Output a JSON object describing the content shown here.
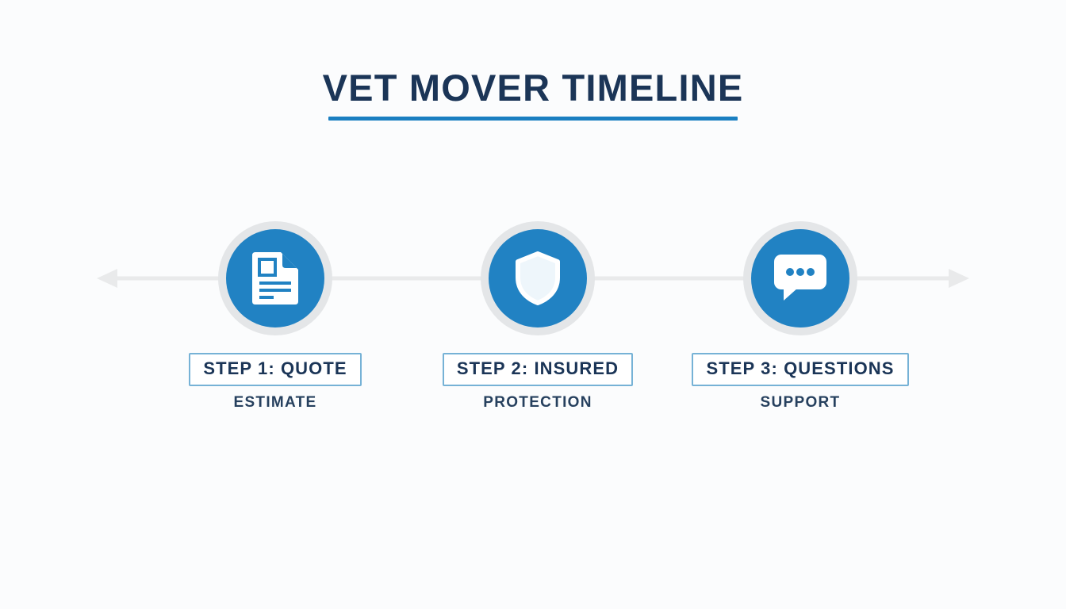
{
  "title": {
    "text": "VET MOVER TIMELINE",
    "underline_color": "#1a7fc1",
    "text_color": "#1b3557"
  },
  "theme": {
    "background": "#fbfcfd",
    "accent_blue": "#2182c3",
    "ring_gray": "#e4e6e8",
    "axis_gray": "#e9eaeb",
    "box_border": "#76b2d6",
    "navy": "#1b3557"
  },
  "timeline": {
    "axis": {
      "name": "horizontal-timeline-axis",
      "left_arrow": true,
      "right_arrow": true,
      "color": "#e9eaeb"
    },
    "steps": [
      {
        "icon": "document-icon",
        "label": "STEP 1: QUOTE",
        "sub_label": "ESTIMATE"
      },
      {
        "icon": "shield-icon",
        "label": "STEP 2: INSURED",
        "sub_label": "PROTECTION"
      },
      {
        "icon": "chat-bubble-icon",
        "label": "STEP 3: QUESTIONS",
        "sub_label": "SUPPORT"
      }
    ]
  }
}
